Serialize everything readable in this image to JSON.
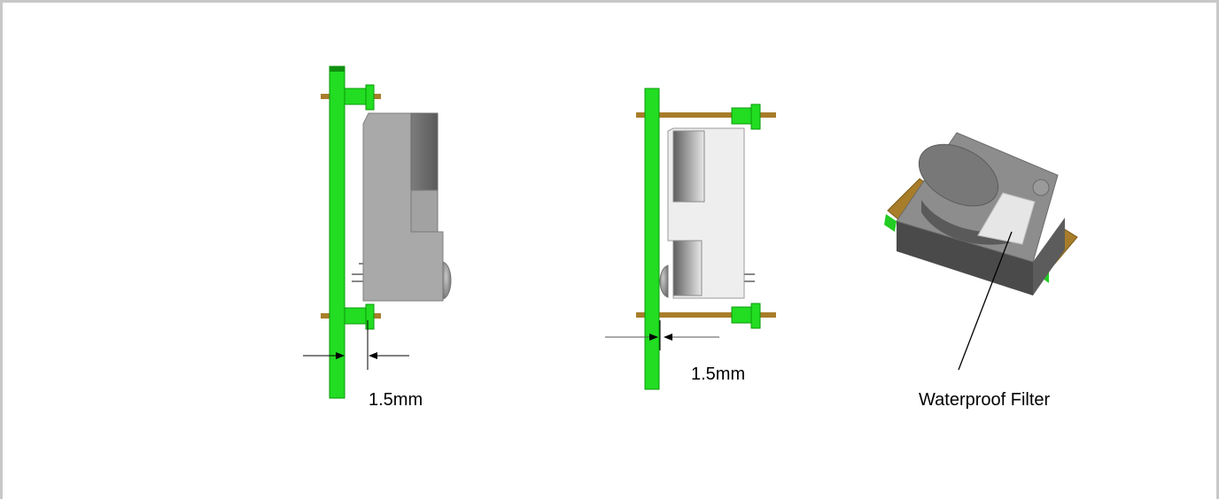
{
  "labels": {
    "dim_left": "1.5mm",
    "dim_middle": "1.5mm",
    "filter": "Waterproof Filter"
  },
  "colors": {
    "pcb": "#22dd22",
    "pcb_edge": "#0a9a0a",
    "pin": "#a87d2a",
    "body_gray": "#a9a9a9",
    "body_light": "#eeeeee",
    "frame": "#c8c8c8"
  },
  "icons": [
    "arrow-right-icon",
    "arrow-left-icon"
  ]
}
